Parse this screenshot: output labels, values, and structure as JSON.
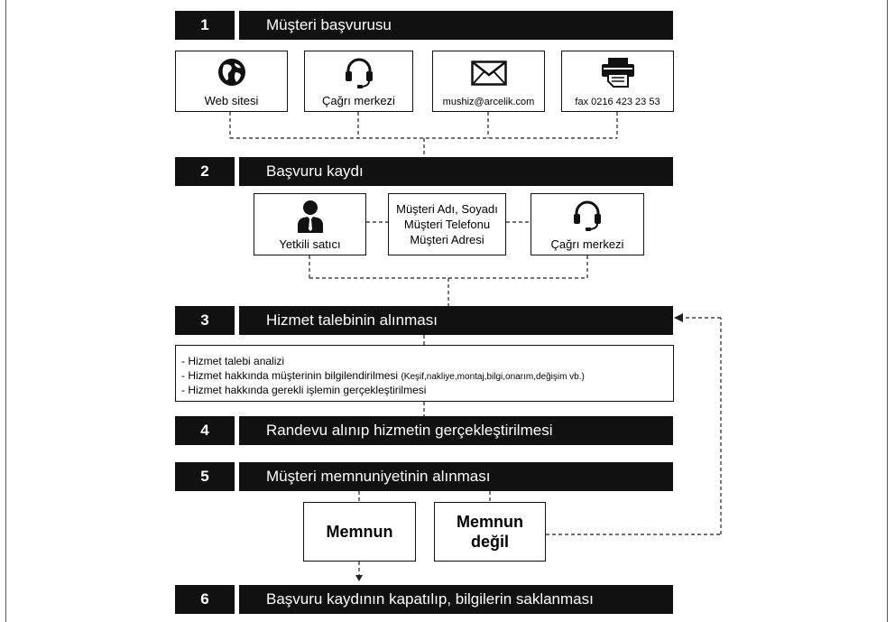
{
  "steps": [
    {
      "number": "1",
      "title": "Müşteri başvurusu"
    },
    {
      "number": "2",
      "title": "Başvuru kaydı"
    },
    {
      "number": "3",
      "title": "Hizmet talebinin alınması"
    },
    {
      "number": "4",
      "title": "Randevu alınıp hizmetin gerçekleştirilmesi"
    },
    {
      "number": "5",
      "title": "Müşteri memnuniyetinin alınması"
    },
    {
      "number": "6",
      "title": "Başvuru kaydının kapatılıp, bilgilerin saklanması"
    }
  ],
  "channels": [
    {
      "label": "Web sitesi",
      "icon": "globe-icon"
    },
    {
      "label": "Çağrı merkezi",
      "icon": "headset-icon"
    },
    {
      "label": "mushiz@arcelik.com",
      "icon": "envelope-icon"
    },
    {
      "label": "fax 0216 423 23 53",
      "icon": "fax-icon"
    }
  ],
  "registration": {
    "dealer": {
      "label": "Yetkili satıcı",
      "icon": "person-icon"
    },
    "info_lines": [
      "Müşteri Adı, Soyadı",
      "Müşteri Telefonu",
      "Müşteri Adresi"
    ],
    "call_center": {
      "label": "Çağrı merkezi",
      "icon": "headset-icon"
    }
  },
  "service_notes": {
    "line1": "- Hizmet talebi analizi",
    "line2_main": "- Hizmet hakkında müşterinin bilgilendirilmesi",
    "line2_detail": "(Keşif,nakliye,montaj,bilgi,onarım,değişim vb.)",
    "line3": "- Hizmet hakkında gerekli işlemin gerçekleştirilmesi"
  },
  "outcomes": {
    "satisfied": "Memnun",
    "not_satisfied_line1": "Memnun",
    "not_satisfied_line2": "değil"
  },
  "colors": {
    "bar": "#111111",
    "bar_text": "#ffffff",
    "line": "#222222"
  }
}
